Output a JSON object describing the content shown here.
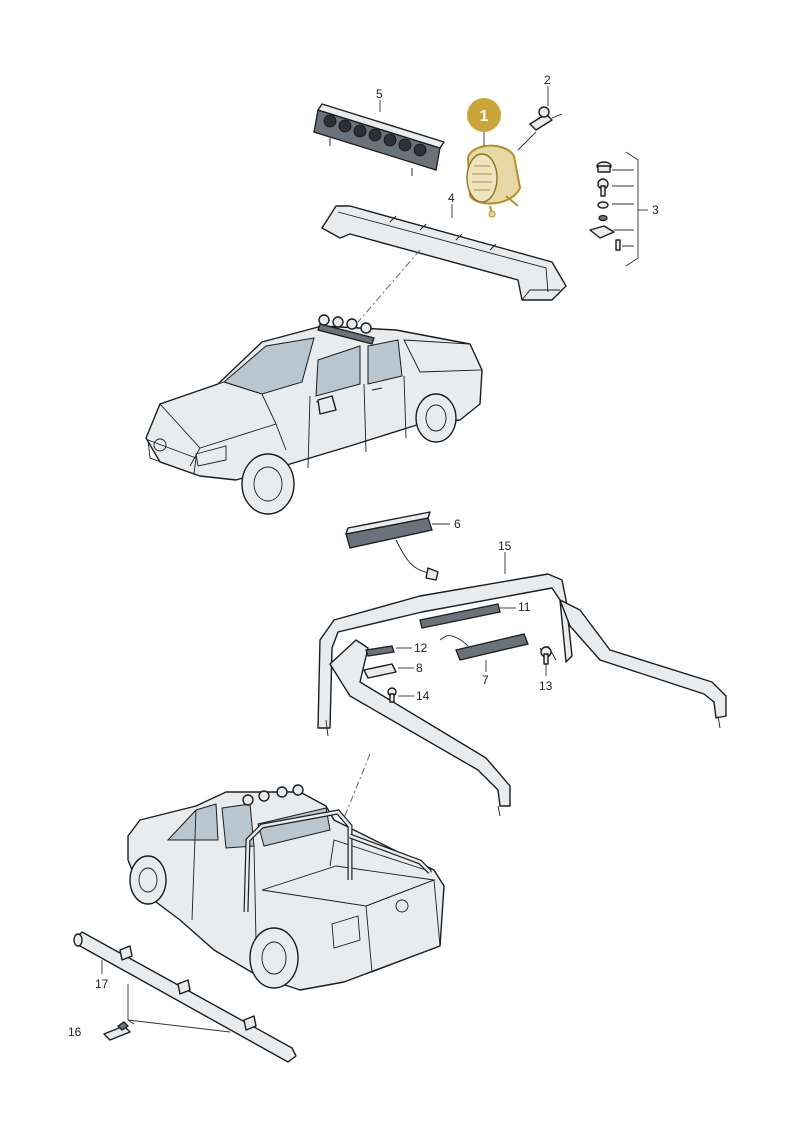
{
  "callouts": {
    "part_1": "1",
    "part_2": "2",
    "part_3": "3",
    "part_4": "4",
    "part_5": "5",
    "part_6": "6",
    "part_7": "7",
    "part_8": "8",
    "part_11": "11",
    "part_12": "12",
    "part_13": "13",
    "part_14": "14",
    "part_15": "15",
    "part_16": "16",
    "part_17": "17"
  },
  "colors": {
    "highlight_badge": "#c9a53a",
    "highlight_part": "#e7d9a6",
    "line": "#1d1d1d",
    "part_fill": "#e8ecef"
  },
  "icons": {
    "spotlight": "spotlight-icon",
    "bulb": "bulb-icon"
  }
}
